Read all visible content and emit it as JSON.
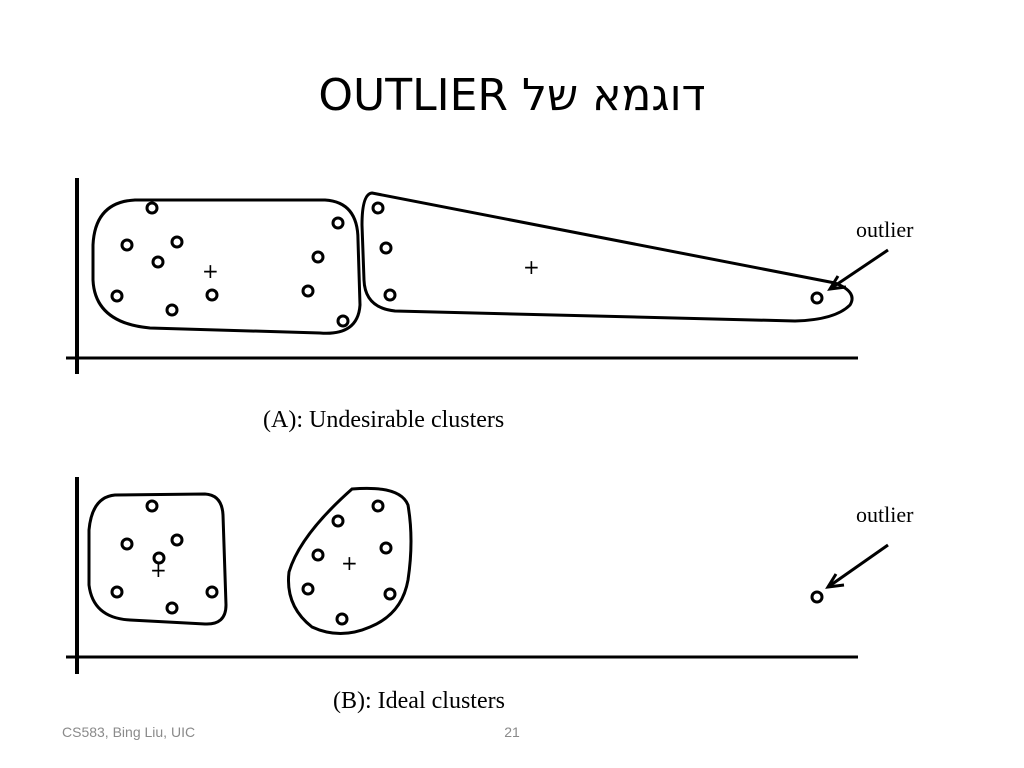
{
  "slide": {
    "title": "דוגמא של OUTLIER",
    "footer_left": "CS583, Bing Liu, UIC",
    "page_number": "21"
  },
  "diagram": {
    "panel_a": {
      "caption": "(A): Undesirable clusters",
      "outlier_label": "outlier"
    },
    "panel_b": {
      "caption": "(B): Ideal clusters",
      "outlier_label": "outlier"
    },
    "centroid_symbol": "+",
    "line_color": "#000000"
  }
}
